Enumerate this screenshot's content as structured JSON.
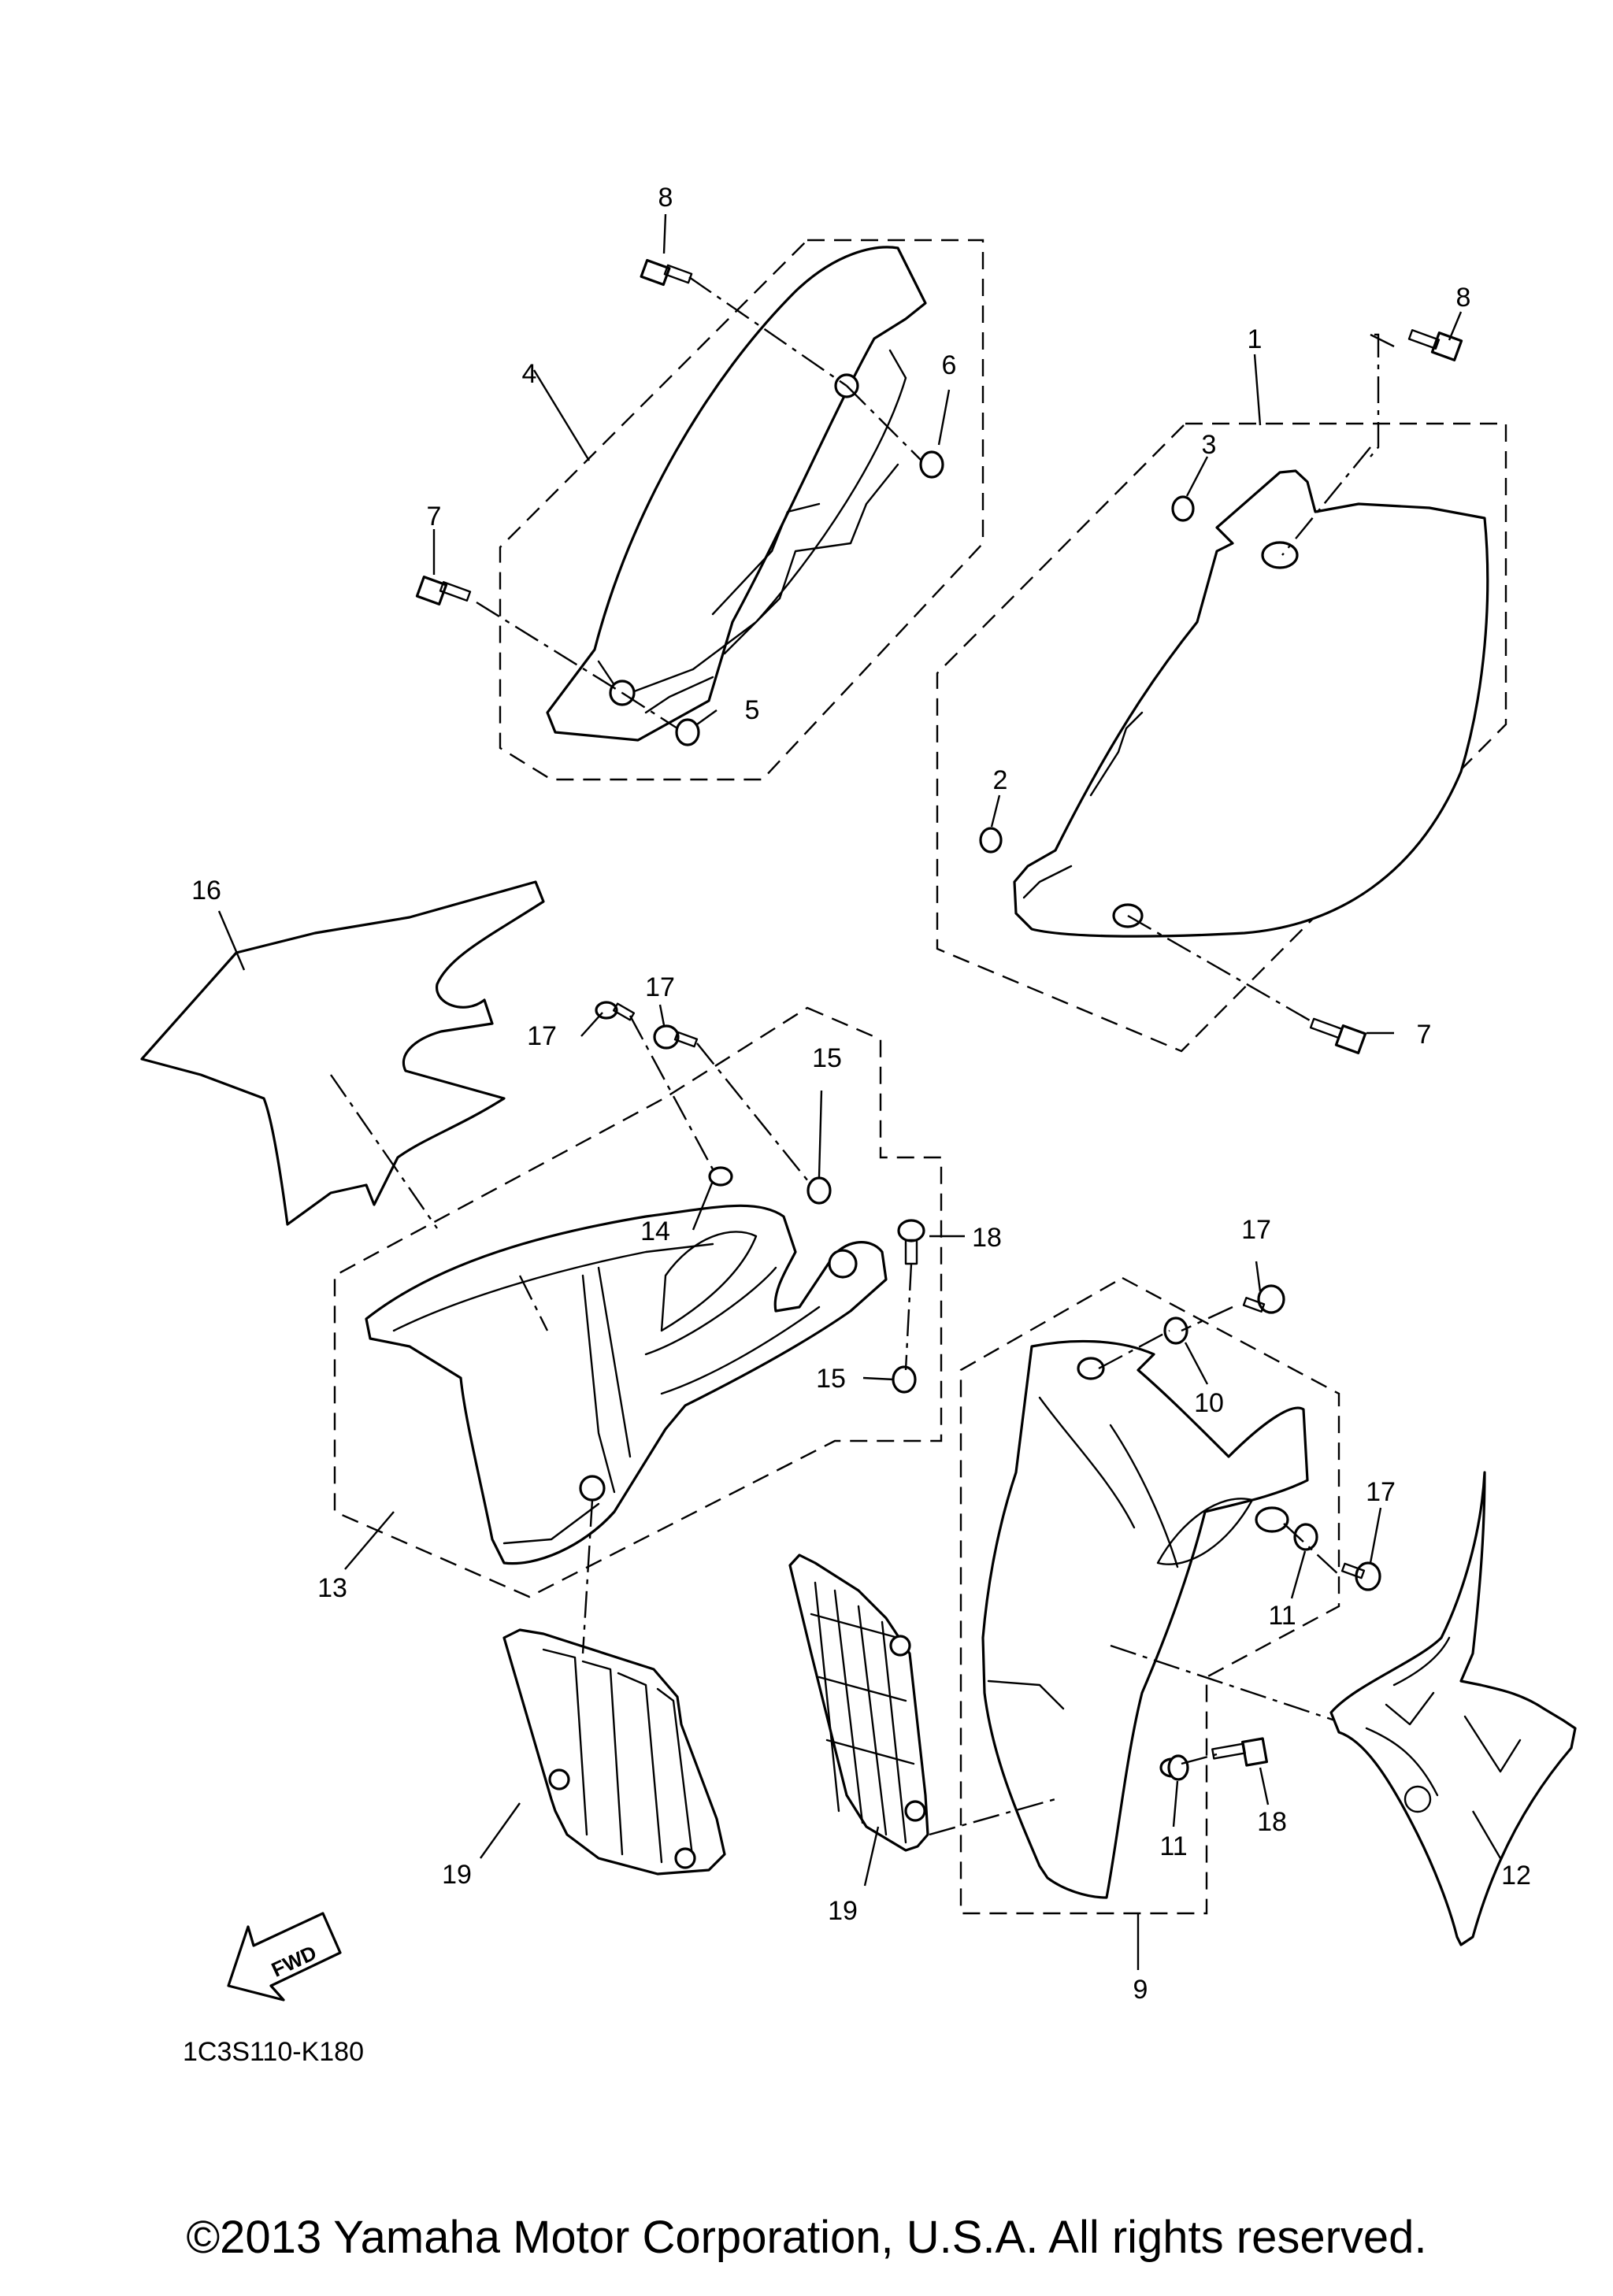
{
  "diagram": {
    "callouts": {
      "c1": "1",
      "c2": "2",
      "c3": "3",
      "c4": "4",
      "c5": "5",
      "c6": "6",
      "c7a": "7",
      "c7b": "7",
      "c8a": "8",
      "c8b": "8",
      "c9": "9",
      "c10": "10",
      "c11a": "11",
      "c11b": "11",
      "c12": "12",
      "c13": "13",
      "c14": "14",
      "c15a": "15",
      "c15b": "15",
      "c16": "16",
      "c17a": "17",
      "c17b": "17",
      "c17c": "17",
      "c17d": "17",
      "c18a": "18",
      "c18b": "18",
      "c19a": "19",
      "c19b": "19"
    },
    "fwd_label": "FWD",
    "diagram_code": "1C3S110-K180"
  },
  "footer": {
    "copyright": "©2013 Yamaha Motor Corporation, U.S.A. All rights reserved."
  }
}
